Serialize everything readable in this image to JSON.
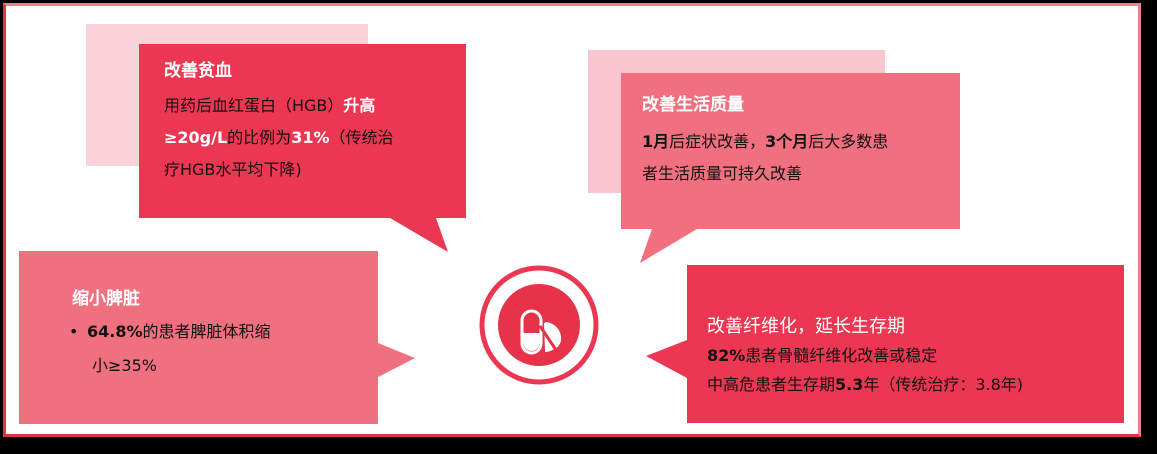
{
  "colors": {
    "background": "#000000",
    "frame_fill": "#ffffff",
    "frame_border_light": "#ef7f8d",
    "frame_border_dark": "#e2323f",
    "red": "#ec3753",
    "pink": "#f07080",
    "pale_pink": "#f9d3d9",
    "icon_red": "#e63349"
  },
  "center_icon": {
    "name": "pill-capsule-and-tablet-icon"
  },
  "cards": {
    "anemia": {
      "title": "改善贫血",
      "line1_prefix": "用药后血红蛋白（HGB）",
      "line1_bold": "升高",
      "line2_bold1": "≥20g/L",
      "line2_mid": "的比例为",
      "line2_bold2": "31%",
      "line2_suffix": "（传统治",
      "line3": "疗HGB水平均下降)"
    },
    "quality_of_life": {
      "title": "改善生活质量",
      "line1_bold1": "1月",
      "line1_mid": "后症状改善，",
      "line1_bold2": "3个月",
      "line1_suffix": "后大多数患",
      "line2": "者生活质量可持久改善"
    },
    "spleen": {
      "title": "缩小脾脏",
      "bullet": "•",
      "line1_bold": "64.8%",
      "line1_suffix": "的患者脾脏体积缩",
      "line2": "小≥35%"
    },
    "fibrosis": {
      "title": "改善纤维化，延长生存期",
      "line1_bold": "82%",
      "line1_suffix": "患者骨髓纤维化改善或稳定",
      "line2_prefix": "中高危患者生存期",
      "line2_bold": "5.3",
      "line2_suffix": "年（传统治疗：3.8年)"
    }
  }
}
